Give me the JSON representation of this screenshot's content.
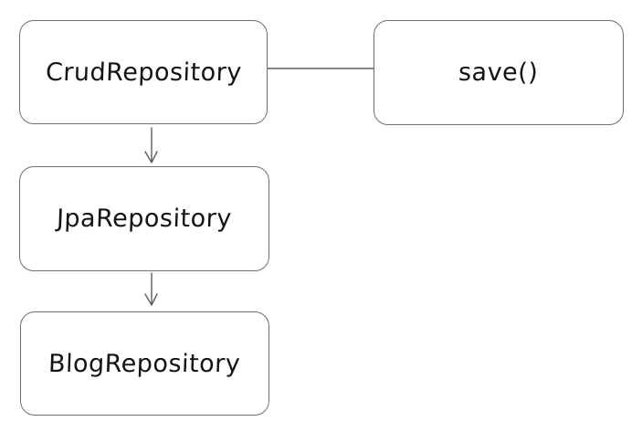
{
  "diagram": {
    "background_color": "#ffffff",
    "stroke_color": "#6e6e6e",
    "text_color": "#141414",
    "nodes": [
      {
        "id": "crud-repository",
        "label": "CrudRepository"
      },
      {
        "id": "save-method",
        "label": "save()"
      },
      {
        "id": "jpa-repository",
        "label": "JpaRepository"
      },
      {
        "id": "blog-repository",
        "label": "BlogRepository"
      }
    ],
    "edges": [
      {
        "from": "CrudRepository",
        "to": "save()",
        "style": "plain-line",
        "direction": "right"
      },
      {
        "from": "CrudRepository",
        "to": "JpaRepository",
        "style": "arrow",
        "direction": "down"
      },
      {
        "from": "JpaRepository",
        "to": "BlogRepository",
        "style": "arrow",
        "direction": "down"
      }
    ]
  }
}
